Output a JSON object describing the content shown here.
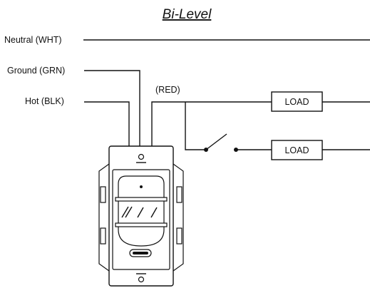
{
  "diagram": {
    "title": "Bi-Level",
    "wires": {
      "neutral": "Neutral (WHT)",
      "ground": "Ground (GRN)",
      "hot": "Hot (BLK)",
      "red": "(RED)"
    },
    "loads": [
      "LOAD",
      "LOAD"
    ],
    "colors": {
      "line": "#111111",
      "background": "#ffffff"
    }
  }
}
